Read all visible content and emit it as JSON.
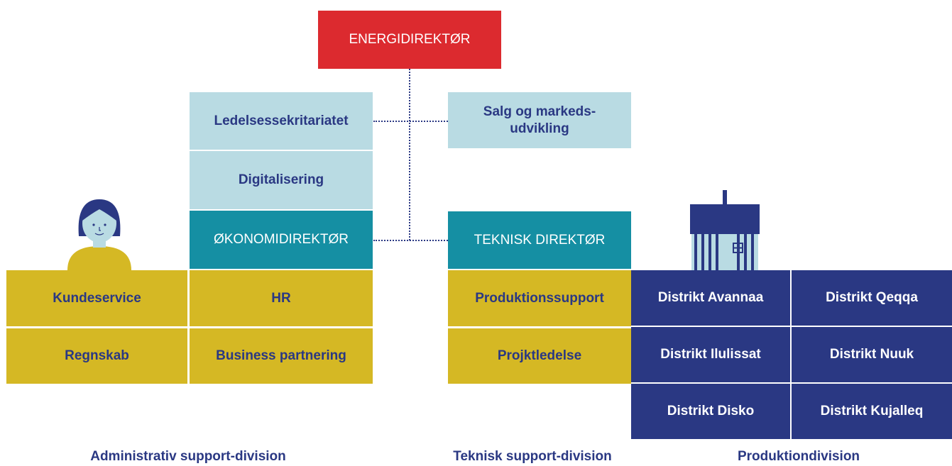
{
  "top": {
    "label": "ENERGIDIREKTØR"
  },
  "staff": {
    "ledelse": "Ledelsessekritariatet",
    "salg": "Salg og markeds-\nudvikling",
    "digital": "Digitalisering"
  },
  "directors": {
    "okonomi": "ØKONOMIDIREKTØR",
    "teknisk": "TEKNISK DIREKTØR"
  },
  "admin": {
    "kundeservice": "Kundeservice",
    "hr": "HR",
    "regnskab": "Regnskab",
    "business": "Business partnering",
    "caption": "Administrativ support-division"
  },
  "technical": {
    "produktionssupport": "Produktionssupport",
    "projekt": "Projktledelse",
    "caption": "Teknisk support-division"
  },
  "production": {
    "avannaa": "Distrikt Avannaa",
    "qeqqa": "Distrikt Qeqqa",
    "ilulissat": "Distrikt Ilulissat",
    "nuuk": "Distrikt Nuuk",
    "disko": "Distrikt Disko",
    "kujalleq": "Distrikt Kujalleq",
    "caption": "Produktiondivision"
  },
  "colors": {
    "red": "#dc2a2f",
    "lightblue": "#b9dbe3",
    "teal": "#158fa3",
    "gold": "#d5b824",
    "navy": "#2a3883"
  },
  "icons": [
    "person-illustration",
    "house-icon"
  ]
}
